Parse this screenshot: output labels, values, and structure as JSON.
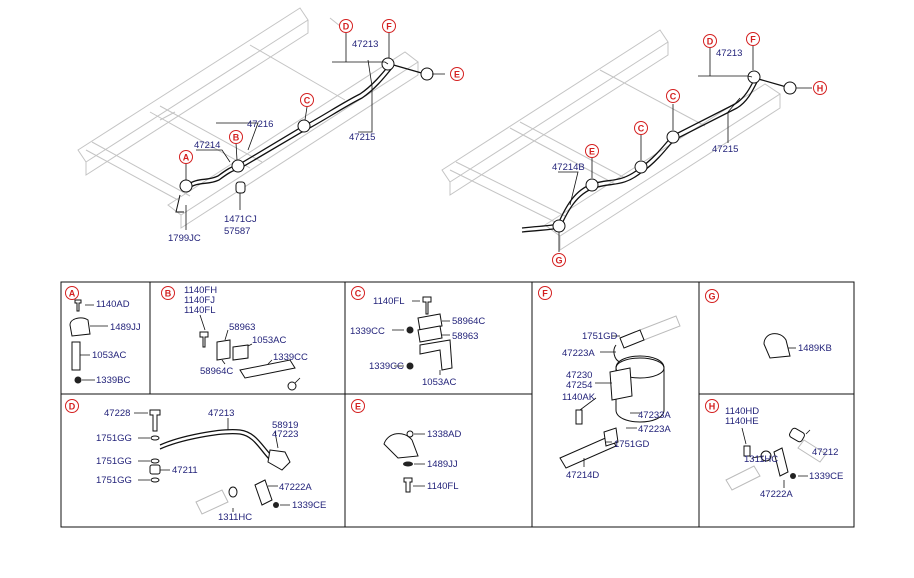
{
  "diagram": {
    "top_left": {
      "callouts": [
        "A",
        "B",
        "C",
        "D",
        "F",
        "E"
      ],
      "part_labels": [
        "47213",
        "47216",
        "47214",
        "47215",
        "1471CJ",
        "57587",
        "1799JC"
      ]
    },
    "top_right": {
      "callouts": [
        "D",
        "F",
        "H",
        "C",
        "C",
        "E",
        "G"
      ],
      "part_labels": [
        "47213",
        "47215",
        "47214B"
      ]
    },
    "panels": {
      "A": {
        "letter": "A",
        "labels": [
          "1140AD",
          "1489JJ",
          "1053AC",
          "1339BC"
        ]
      },
      "B": {
        "letter": "B",
        "labels": [
          "1140FH",
          "1140FJ",
          "1140FL",
          "58963",
          "1053AC",
          "1339CC",
          "58964C"
        ]
      },
      "C": {
        "letter": "C",
        "labels": [
          "1140FL",
          "58964C",
          "1339CC",
          "58963",
          "1339CC",
          "1053AC"
        ]
      },
      "F": {
        "letter": "F",
        "labels": [
          "1751GD",
          "47223A",
          "47230",
          "47254",
          "1140AK",
          "47233A",
          "47223A",
          "1751GD",
          "47214D"
        ]
      },
      "G": {
        "letter": "G",
        "labels": [
          "1489KB"
        ]
      },
      "D": {
        "letter": "D",
        "labels": [
          "47228",
          "47213",
          "58919",
          "47223",
          "1751GG",
          "1751GG",
          "47211",
          "1751GG",
          "47222A",
          "1339CE",
          "1311HC"
        ]
      },
      "E": {
        "letter": "E",
        "labels": [
          "1338AD",
          "1489JJ",
          "1140FL"
        ]
      },
      "H": {
        "letter": "H",
        "labels": [
          "1140HD",
          "1140HE",
          "1311HC",
          "47212",
          "1339CE",
          "47222A"
        ]
      }
    }
  }
}
